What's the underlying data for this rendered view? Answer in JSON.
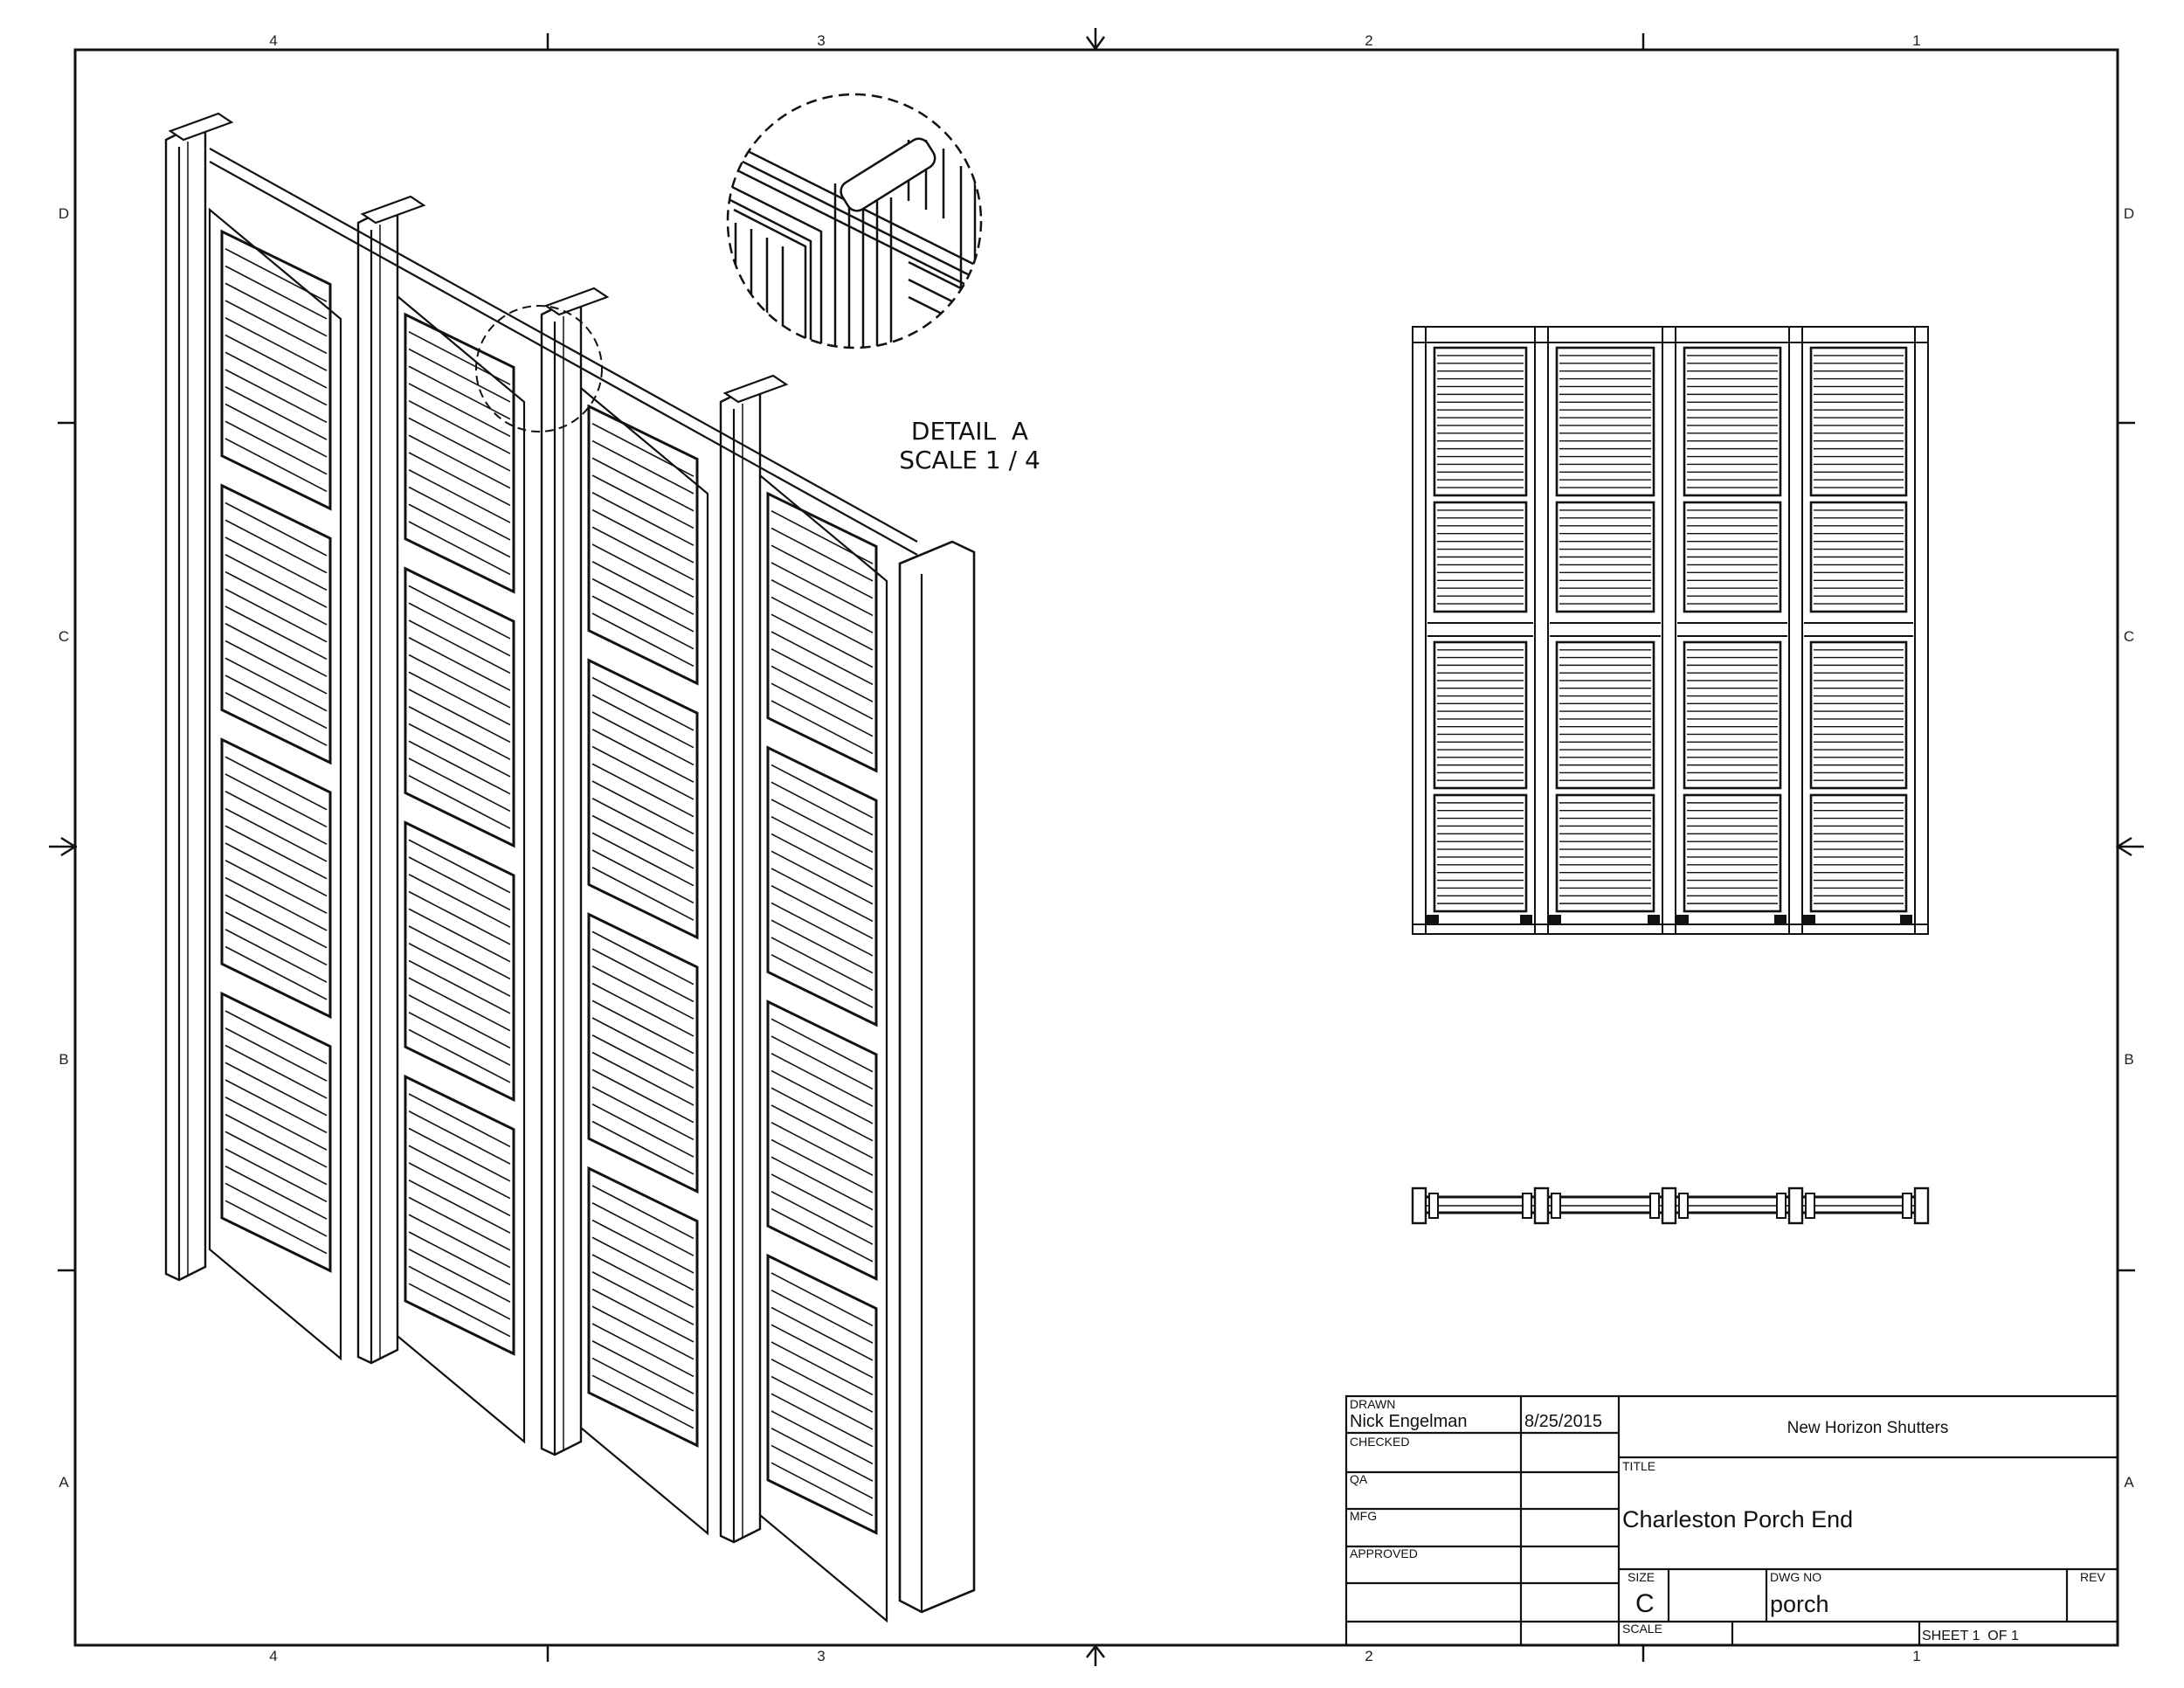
{
  "zones": {
    "columns": [
      "4",
      "3",
      "2",
      "1"
    ],
    "rows": [
      "D",
      "C",
      "B",
      "A"
    ]
  },
  "detail": {
    "title": "DETAIL  A",
    "scale": "SCALE 1 / 4"
  },
  "title_block": {
    "drawn_label": "DRAWN",
    "drawn_by": "Nick Engelman",
    "drawn_date": "8/25/2015",
    "checked_label": "CHECKED",
    "qa_label": "QA",
    "mfg_label": "MFG",
    "approved_label": "APPROVED",
    "company": "New Horizon Shutters",
    "title_label": "TITLE",
    "title": "Charleston Porch End",
    "size_label": "SIZE",
    "size": "C",
    "dwg_no_label": "DWG NO",
    "dwg_no": "porch",
    "rev_label": "REV",
    "scale_label": "SCALE",
    "sheet": "SHEET 1  OF 1"
  }
}
